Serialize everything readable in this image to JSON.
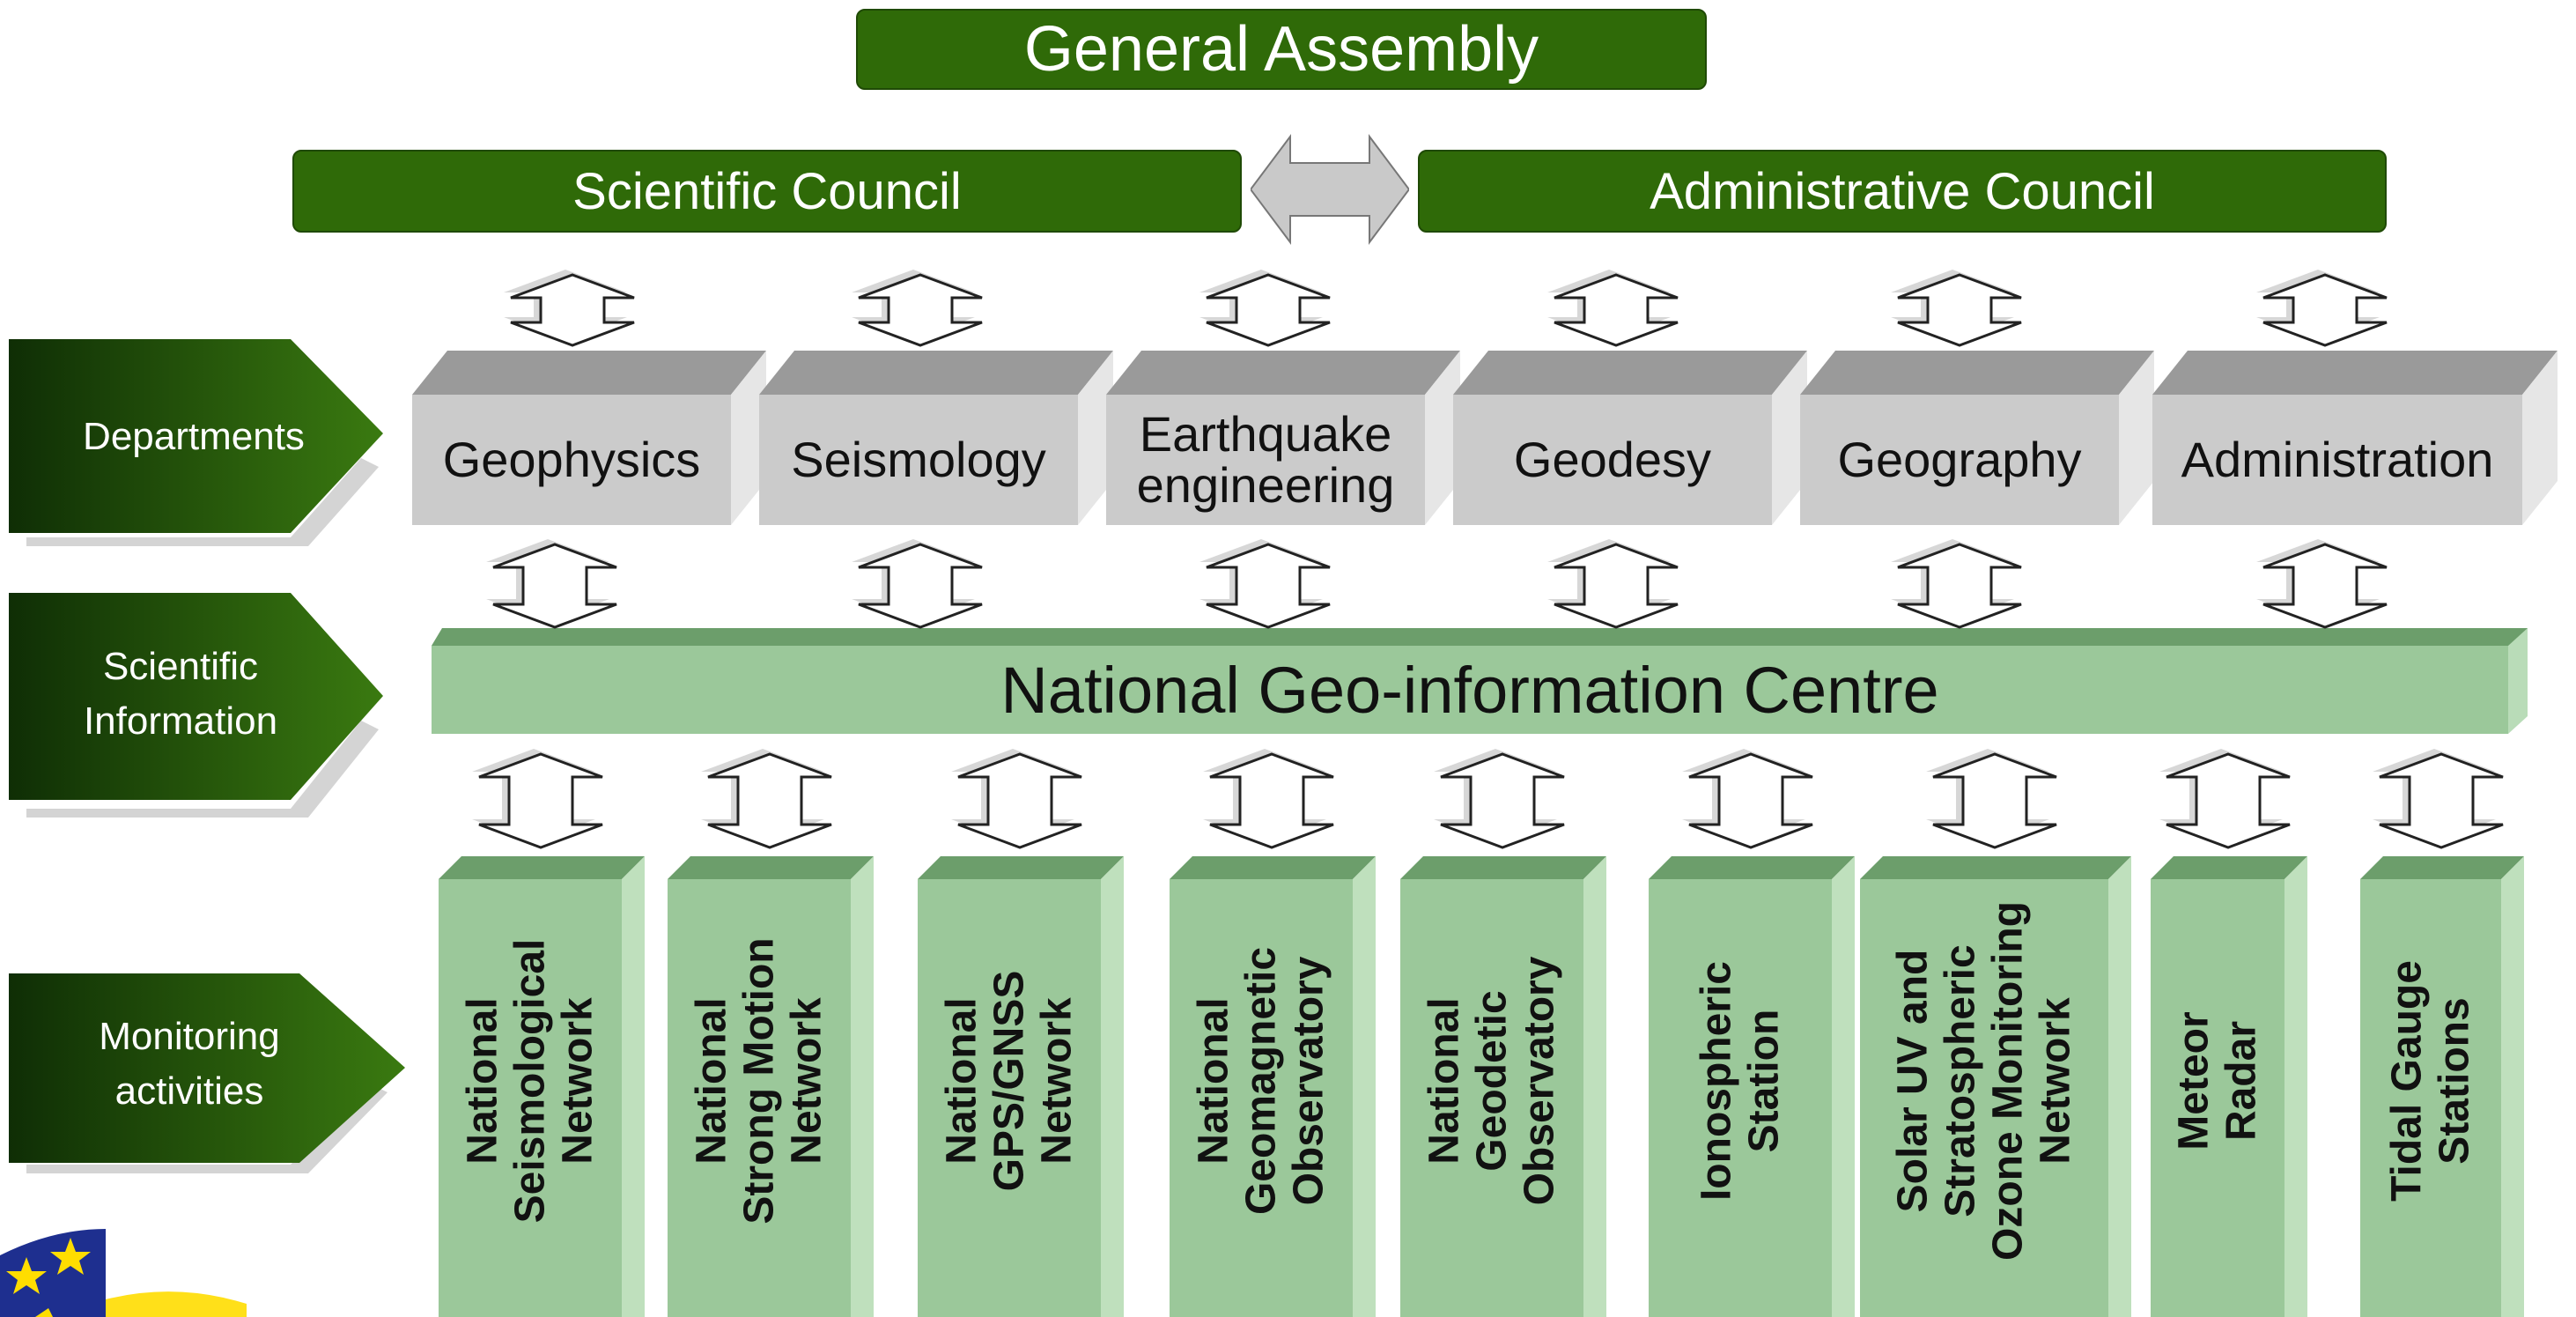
{
  "top": {
    "general_assembly": "General Assembly",
    "scientific_council": "Scientific Council",
    "administrative_council": "Administrative Council"
  },
  "rows": {
    "departments": "Departments",
    "scientific_information_1": "Scientific",
    "scientific_information_2": "Information",
    "monitoring_1": "Monitoring",
    "monitoring_2": "activities"
  },
  "departments": [
    {
      "label": "Geophysics"
    },
    {
      "label": "Seismology"
    },
    {
      "label": "Earthquake\nengineering"
    },
    {
      "label": "Geodesy"
    },
    {
      "label": "Geography"
    },
    {
      "label": "Administration"
    }
  ],
  "centre": "National Geo-information Centre",
  "monitoring": [
    {
      "label": "National\nSeismological\nNetwork"
    },
    {
      "label": "National\nStrong Motion\nNetwork"
    },
    {
      "label": "National\nGPS/GNSS\nNetwork"
    },
    {
      "label": "National\nGeomagnetic\nObservatory"
    },
    {
      "label": "National\nGeodetic\nObservatory"
    },
    {
      "label": "Ionospheric\nStation"
    },
    {
      "label": "Solar UV and\nStratospheric\nOzone Monitoring\nNetwork"
    },
    {
      "label": "Meteor\nRadar"
    },
    {
      "label": "Tidal Gauge\nStations"
    }
  ],
  "colors": {
    "dark_green": "#2f6a08",
    "ribbon_green": "#2c5f0a",
    "light_green": "#9bc89a",
    "grey_box": "#cbcbcb"
  }
}
